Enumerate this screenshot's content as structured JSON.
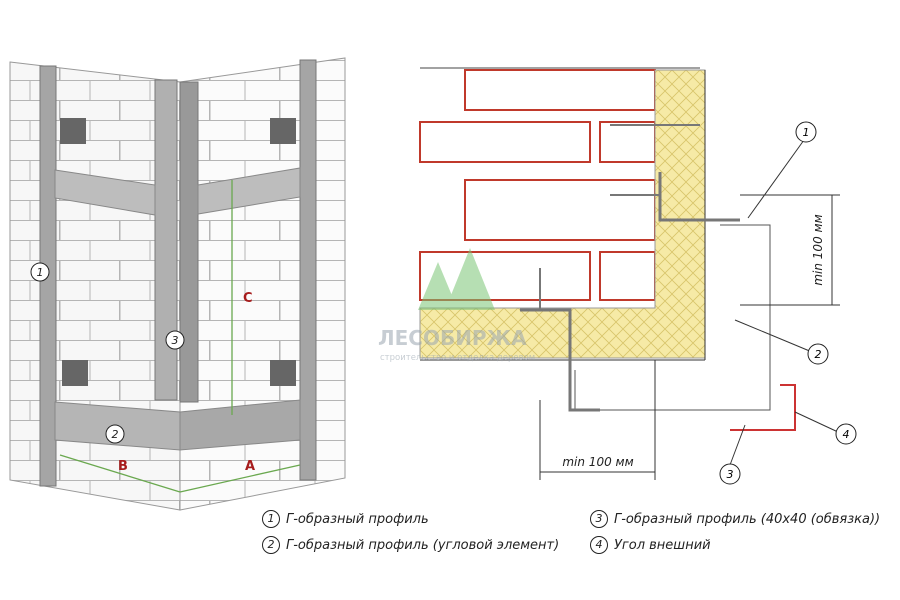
{
  "callouts": {
    "c1_left": "1",
    "c2_left": "2",
    "c3_left": "3",
    "c1_right": "1",
    "c2_right": "2",
    "c3_right": "3",
    "c4_right": "4"
  },
  "dimensions": {
    "A": "A",
    "B": "B",
    "C": "C",
    "vertical_min": "min 100 мм",
    "horizontal_min": "min 100 мм"
  },
  "watermark": {
    "name": "ЛЕСОБИРЖА",
    "tagline": "строительство и отделка деревом"
  },
  "legend": [
    {
      "num": "1",
      "text": "Г-образный профиль"
    },
    {
      "num": "2",
      "text": "Г-образный профиль (угловой элемент)"
    },
    {
      "num": "3",
      "text": "Г-образный профиль (40х40 (обвязка))"
    },
    {
      "num": "4",
      "text": "Угол внешний"
    }
  ],
  "colors": {
    "brick_line": "#c0392b",
    "insulation": "#f6eaa6",
    "profile": "#9b9b9b",
    "dim_green": "#6aa84f",
    "dim_red": "#a61c1c",
    "corner_red": "#cc3333"
  }
}
